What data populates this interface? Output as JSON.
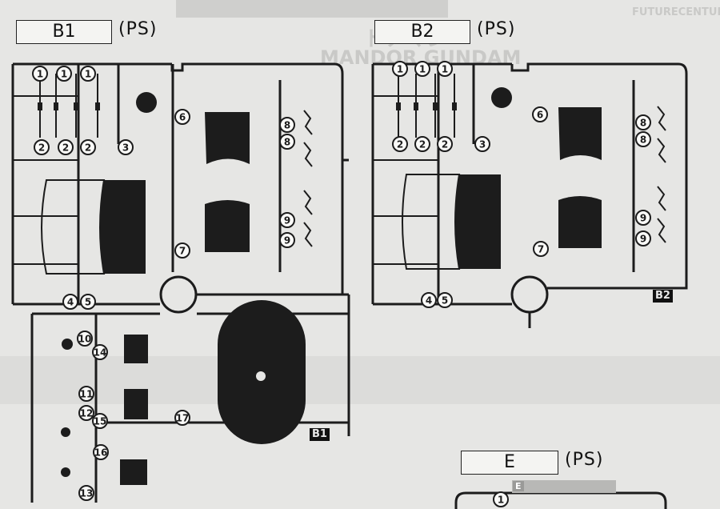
{
  "sheets": [
    {
      "label": "B1",
      "material": "(PS)",
      "tag": "B1"
    },
    {
      "label": "B2",
      "material": "(PS)",
      "tag": "B2"
    },
    {
      "label": "E",
      "material": "(PS)",
      "tag": "E"
    }
  ],
  "background_text": {
    "line1": "ドアマン",
    "line2": "MANDOR GUNDAM",
    "brand": "FUTURECENTURY"
  },
  "part_numbers": {
    "b1": [
      "1",
      "1",
      "1",
      "2",
      "2",
      "2",
      "3",
      "6",
      "8",
      "8",
      "9",
      "9",
      "7",
      "4",
      "5",
      "10",
      "14",
      "11",
      "12",
      "15",
      "17",
      "16",
      "13"
    ],
    "b2": [
      "1",
      "1",
      "1",
      "2",
      "2",
      "2",
      "3",
      "6",
      "8",
      "8",
      "9",
      "9",
      "7",
      "4",
      "5"
    ],
    "e": [
      "1"
    ]
  },
  "colors": {
    "paper": "#e6e6e4",
    "ink": "#1c1c1c",
    "ghost": "#c9c9c7"
  }
}
